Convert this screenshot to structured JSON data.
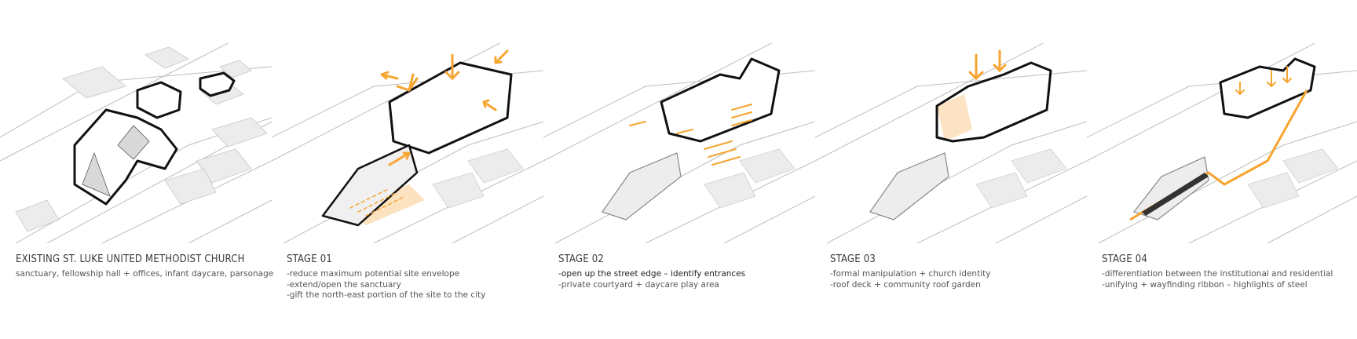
{
  "colors": {
    "accent": "#f7a531",
    "accent_fill": "#fbe3c3",
    "outline": "#111111",
    "shadow": "#e9e9e9"
  },
  "panels": [
    {
      "id": "existing",
      "title": "EXISTING ST. LUKE UNITED METHODIST CHURCH",
      "lines": [
        "sanctuary, fellowship hall + offices, infant daycare, parsonage"
      ]
    },
    {
      "id": "stage01",
      "title": "STAGE 01",
      "lines": [
        "-reduce maximum potential site envelope",
        "-extend/open the sanctuary",
        "-gift the north-east portion of the site to the city"
      ]
    },
    {
      "id": "stage02",
      "title": "STAGE 02",
      "lines": [
        "-open up the street edge – identify entrances",
        "-private courtyard + daycare play area"
      ]
    },
    {
      "id": "stage03",
      "title": "STAGE 03",
      "lines": [
        "-formal manipulation + church identity",
        "-roof deck + community roof garden"
      ]
    },
    {
      "id": "stage04",
      "title": "STAGE 04",
      "lines": [
        "-differentiation between the institutional and residential",
        "-unifying + wayfinding ribbon – highlights of steel"
      ]
    }
  ]
}
